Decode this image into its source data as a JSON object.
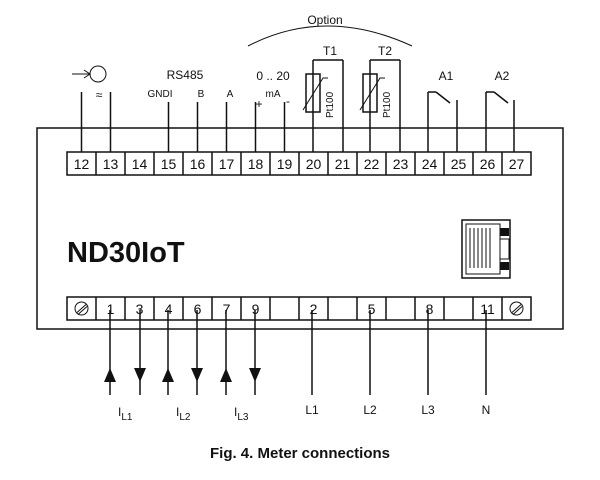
{
  "device_name": "ND30IoT",
  "caption": "Fig. 4. Meter connections",
  "top_labels": {
    "option": "Option",
    "rs485": "RS485",
    "gndi": "GNDI",
    "b": "B",
    "a": "A",
    "range": "0 .. 20",
    "ma": "mA",
    "plus": "+",
    "minus": "-",
    "t1": "T1",
    "t2": "T2",
    "pt1": "Pt100",
    "pt2": "Pt100",
    "a1": "A1",
    "a2": "A2",
    "tilde": "≈"
  },
  "top_terminals": [
    "12",
    "13",
    "14",
    "15",
    "16",
    "17",
    "18",
    "19",
    "20",
    "21",
    "22",
    "23",
    "24",
    "25",
    "26",
    "27"
  ],
  "bottom_terminals": [
    "1",
    "3",
    "4",
    "6",
    "7",
    "9",
    "2",
    "5",
    "8",
    "11"
  ],
  "current_labels": [
    {
      "main": "I",
      "sub": "L1"
    },
    {
      "main": "I",
      "sub": "L2"
    },
    {
      "main": "I",
      "sub": "L3"
    }
  ],
  "voltage_labels": [
    "L1",
    "L2",
    "L3",
    "N"
  ],
  "colors": {
    "ink": "#111111",
    "background": "#ffffff"
  }
}
